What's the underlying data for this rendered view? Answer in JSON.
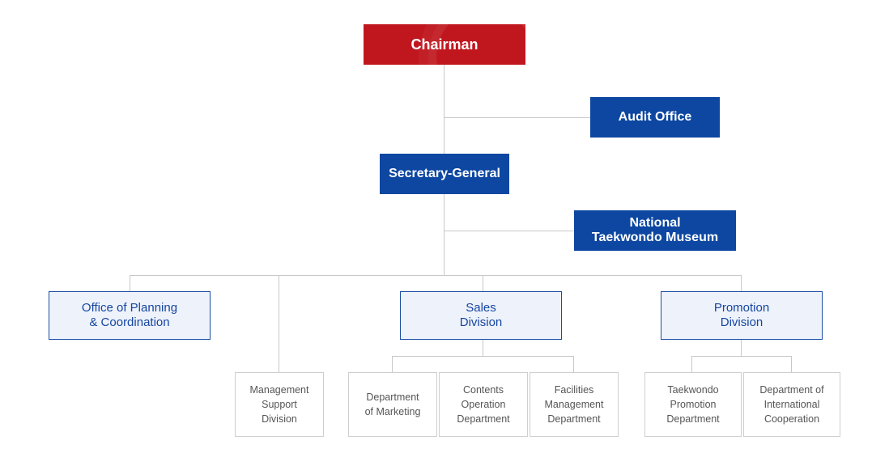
{
  "chairman": "Chairman",
  "audit_office": "Audit Office",
  "secretary_general": "Secretary-General",
  "museum": [
    "National",
    "Taekwondo Museum"
  ],
  "planning": [
    "Office of Planning",
    "& Coordination"
  ],
  "sales": [
    "Sales",
    "Division"
  ],
  "promotion": [
    "Promotion",
    "Division"
  ],
  "management_support": [
    "Management",
    "Support",
    "Division"
  ],
  "marketing": [
    "Department",
    "of Marketing"
  ],
  "contents": [
    "Contents",
    "Operation",
    "Department"
  ],
  "facilities": [
    "Facilities",
    "Management",
    "Department"
  ],
  "taekwondo_promotion": [
    "Taekwondo",
    "Promotion",
    "Department"
  ],
  "international": [
    "Department of",
    "International",
    "Cooperation"
  ],
  "colors": {
    "chairman": "#c0171f",
    "primary_box": "#0d47a1",
    "division_fill": "#eef2fb",
    "lines": "#c8c8c8"
  }
}
